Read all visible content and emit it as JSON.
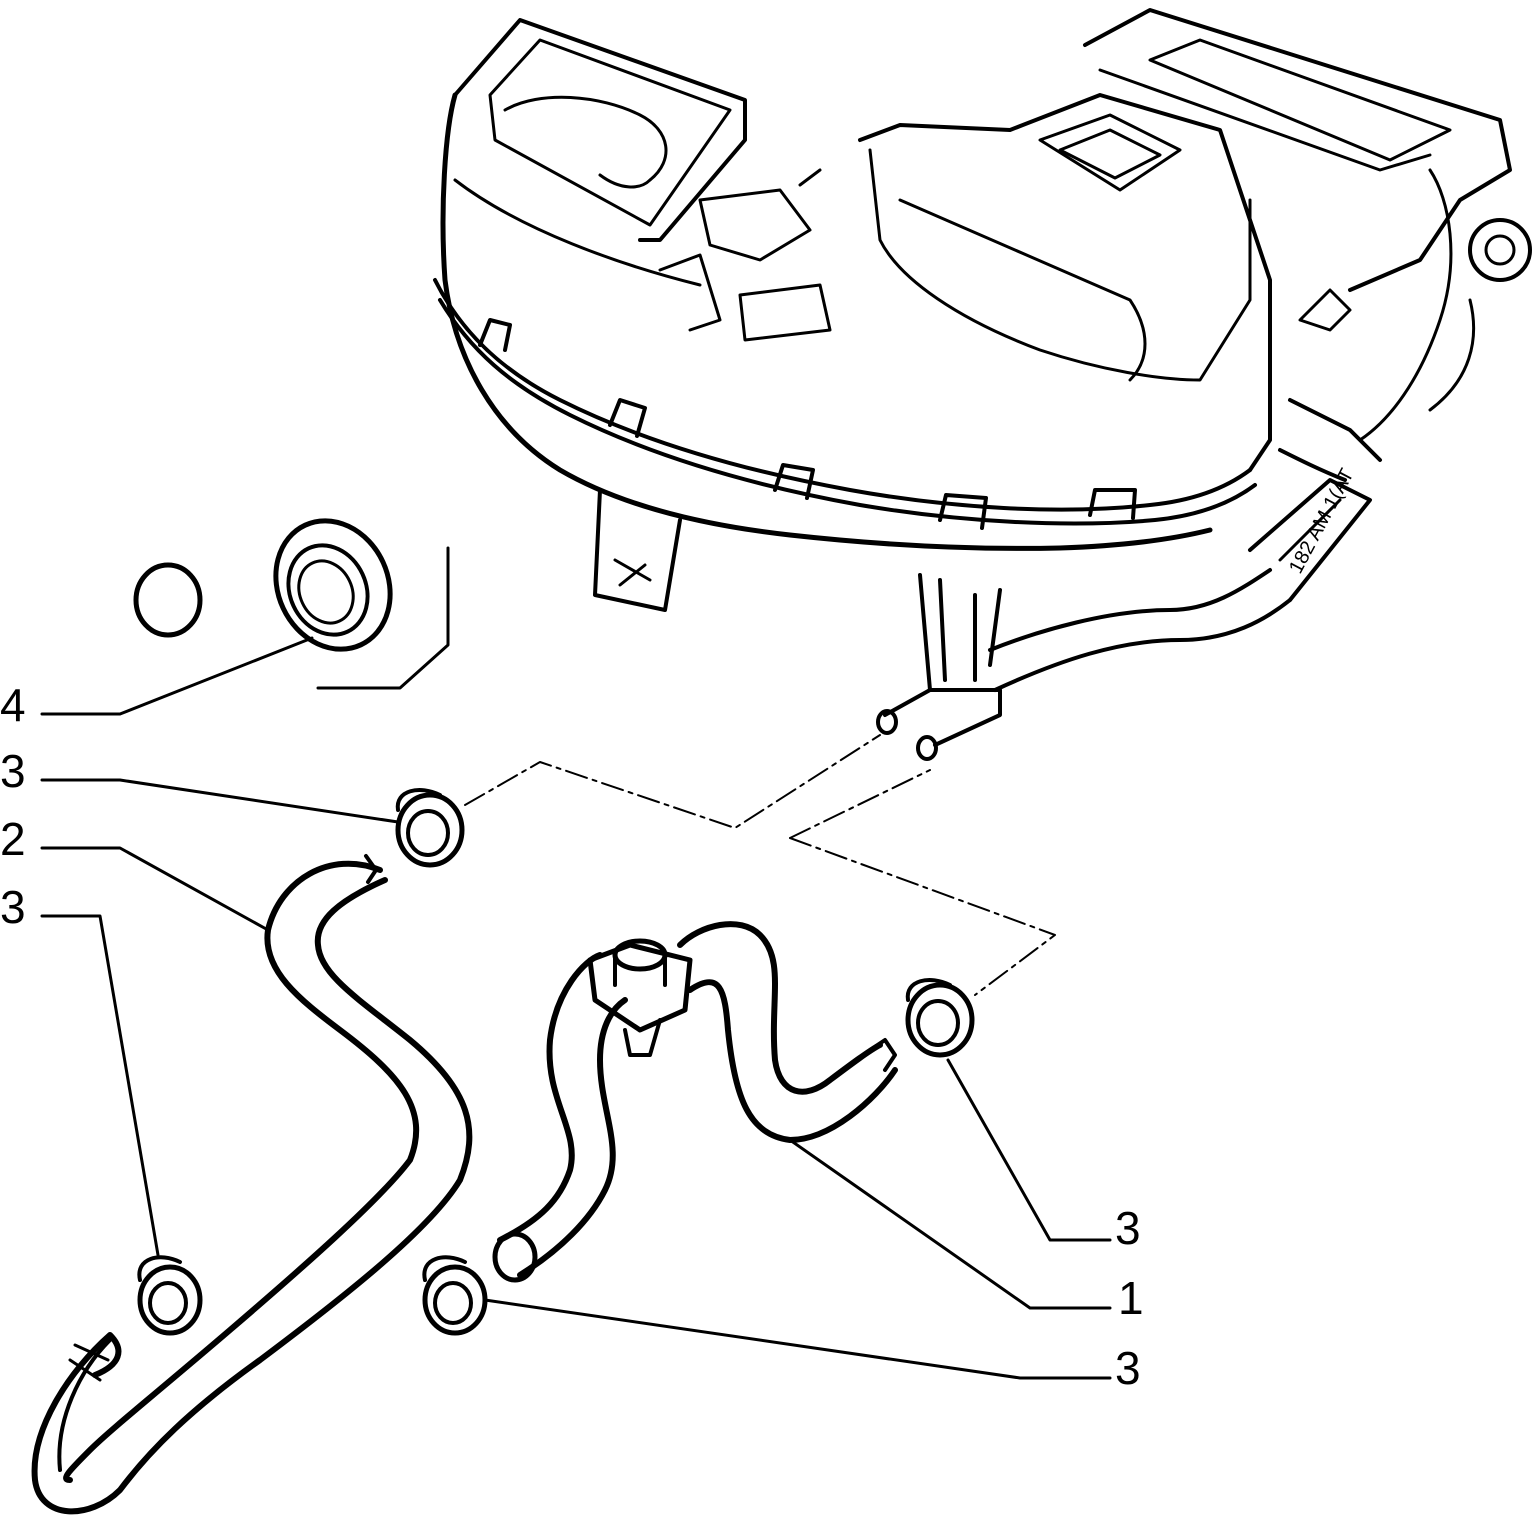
{
  "diagram": {
    "stamp_text": "182 AM 1(AT",
    "callouts": [
      {
        "id": "c4",
        "text": "4"
      },
      {
        "id": "c3a",
        "text": "3"
      },
      {
        "id": "c2",
        "text": "2"
      },
      {
        "id": "c3b",
        "text": "3"
      },
      {
        "id": "c3c",
        "text": "3"
      },
      {
        "id": "c1",
        "text": "1"
      },
      {
        "id": "c3d",
        "text": "3"
      }
    ]
  },
  "colors": {
    "line": "#000000",
    "background": "#ffffff"
  }
}
